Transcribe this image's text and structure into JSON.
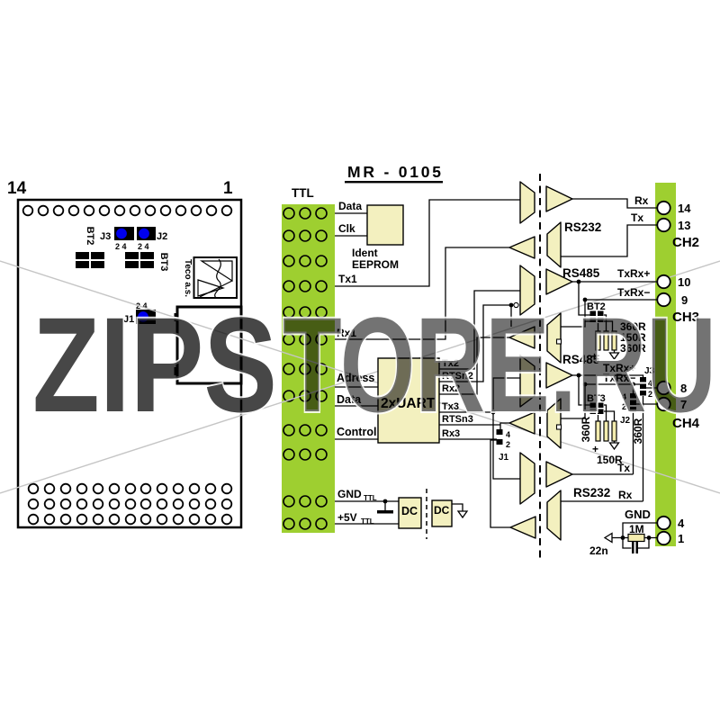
{
  "title": "MR - 0105",
  "watermark": {
    "part1": "ZIPS",
    "part2": "TORE.RU"
  },
  "pcb": {
    "pin14": "14",
    "pin1": "1",
    "bt2": "BT2",
    "bt3": "BT3",
    "j3": "J3",
    "j3_pins": "2 4",
    "j2": "J2",
    "j2_pins": "2 4",
    "j1": "J1",
    "j1_pins": "2 4",
    "brand": "Teco a.s."
  },
  "ttl": {
    "header": "TTL",
    "data": "Data",
    "clk": "Clk",
    "tx1": "Tx1",
    "rx1": "Rx1",
    "adress": "Adress",
    "data2": "Data",
    "control": "Control",
    "gnd": "GND",
    "gnd_sub": "TTL",
    "p5v": "+5V",
    "p5v_sub": "TTL"
  },
  "eeprom": {
    "line1": "Ident",
    "line2": "EEPROM"
  },
  "uart": {
    "label": "2xUART",
    "tx2": "Tx2",
    "rtsn2": "RTSn2",
    "rx2": "Rx2",
    "tx3": "Tx3",
    "rtsn3": "RTSn3",
    "rx3": "Rx3"
  },
  "dc": {
    "dc1": "DC",
    "dc2": "DC"
  },
  "ch2": {
    "rs232": "RS232",
    "rx": "Rx",
    "tx": "Tx",
    "pin_rx": "14",
    "pin_tx": "13",
    "name": "CH2"
  },
  "ch3": {
    "rs485": "RS485",
    "txrxp": "TxRx+",
    "txrxm": "TxRx−",
    "pin_p": "10",
    "pin_m": "9",
    "name": "CH3",
    "bt2": "BT2",
    "r1": "360R",
    "r2": "150R",
    "r3": "360R",
    "plus": "+"
  },
  "ch4": {
    "rs485": "RS485",
    "txrxp": "TxRx+",
    "txrxm": "TxRx−",
    "j3": "J3",
    "j3_4": "4",
    "j3_2": "2",
    "pin_p": "8",
    "pin_m": "7",
    "name": "CH4",
    "bt3": "BT3",
    "j2": "J2",
    "j2_4": "4",
    "j2_2": "2",
    "r_left": "360R",
    "r_mid": "150R",
    "r_right": "360R",
    "plus": "+",
    "j1": "J1",
    "j1_4": "4",
    "j1_2": "2"
  },
  "rs232_bot": {
    "label": "RS232",
    "tx": "Tx",
    "rx": "Rx",
    "gnd": "GND",
    "r": "1M",
    "c": "22n",
    "pin_gnd": "4",
    "pin_sig": "1"
  }
}
